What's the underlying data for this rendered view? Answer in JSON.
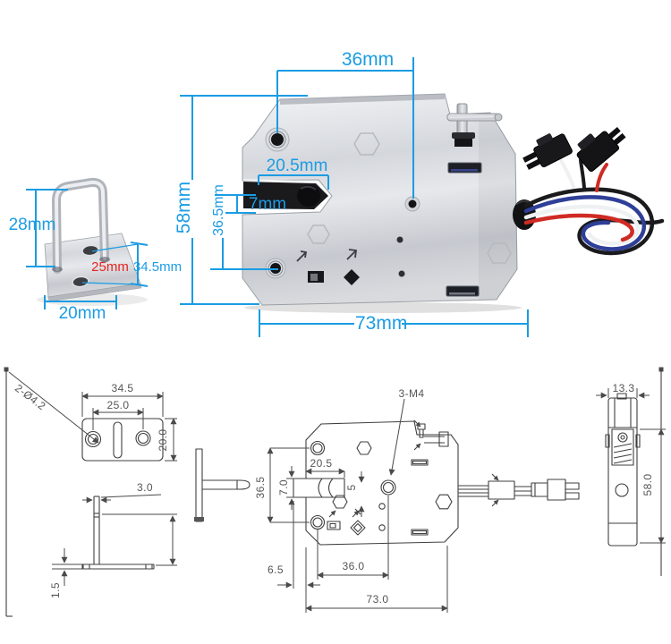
{
  "photo": {
    "dims": {
      "top_width": "36mm",
      "body_height": "58mm",
      "notch_offset": "20.5mm",
      "notch_height": "7mm",
      "hole_span": "36.5mm",
      "body_width": "73mm",
      "bracket_height": "28mm",
      "bracket_hole_spacing": "25mm",
      "bracket_diagonal": "34.5mm",
      "bracket_width": "20mm"
    },
    "colors": {
      "dim": "#1b9ce3",
      "alt": "#e8251f"
    }
  },
  "drawing": {
    "dims": {
      "plate_width": "34.5",
      "plate_hole_spacing": "25.0",
      "plate_depth": "20.0",
      "plate_hole_callout": "2-Ø4.2",
      "loop_thickness": "3.0",
      "plate_thickness": "1.5",
      "mount_hole_callout": "3-M4",
      "latch_offset": "20.5",
      "latch_slot_height": "7.0",
      "mount_hole_span": "36.5",
      "tongue_width": "5",
      "tongue_protrusion": "6.5",
      "hole_to_hole": "36.0",
      "body_width": "73.0",
      "side_width": "13.3",
      "side_height": "58.0"
    },
    "colors": {
      "line": "#3f3f3f",
      "dim": "#555555"
    }
  }
}
